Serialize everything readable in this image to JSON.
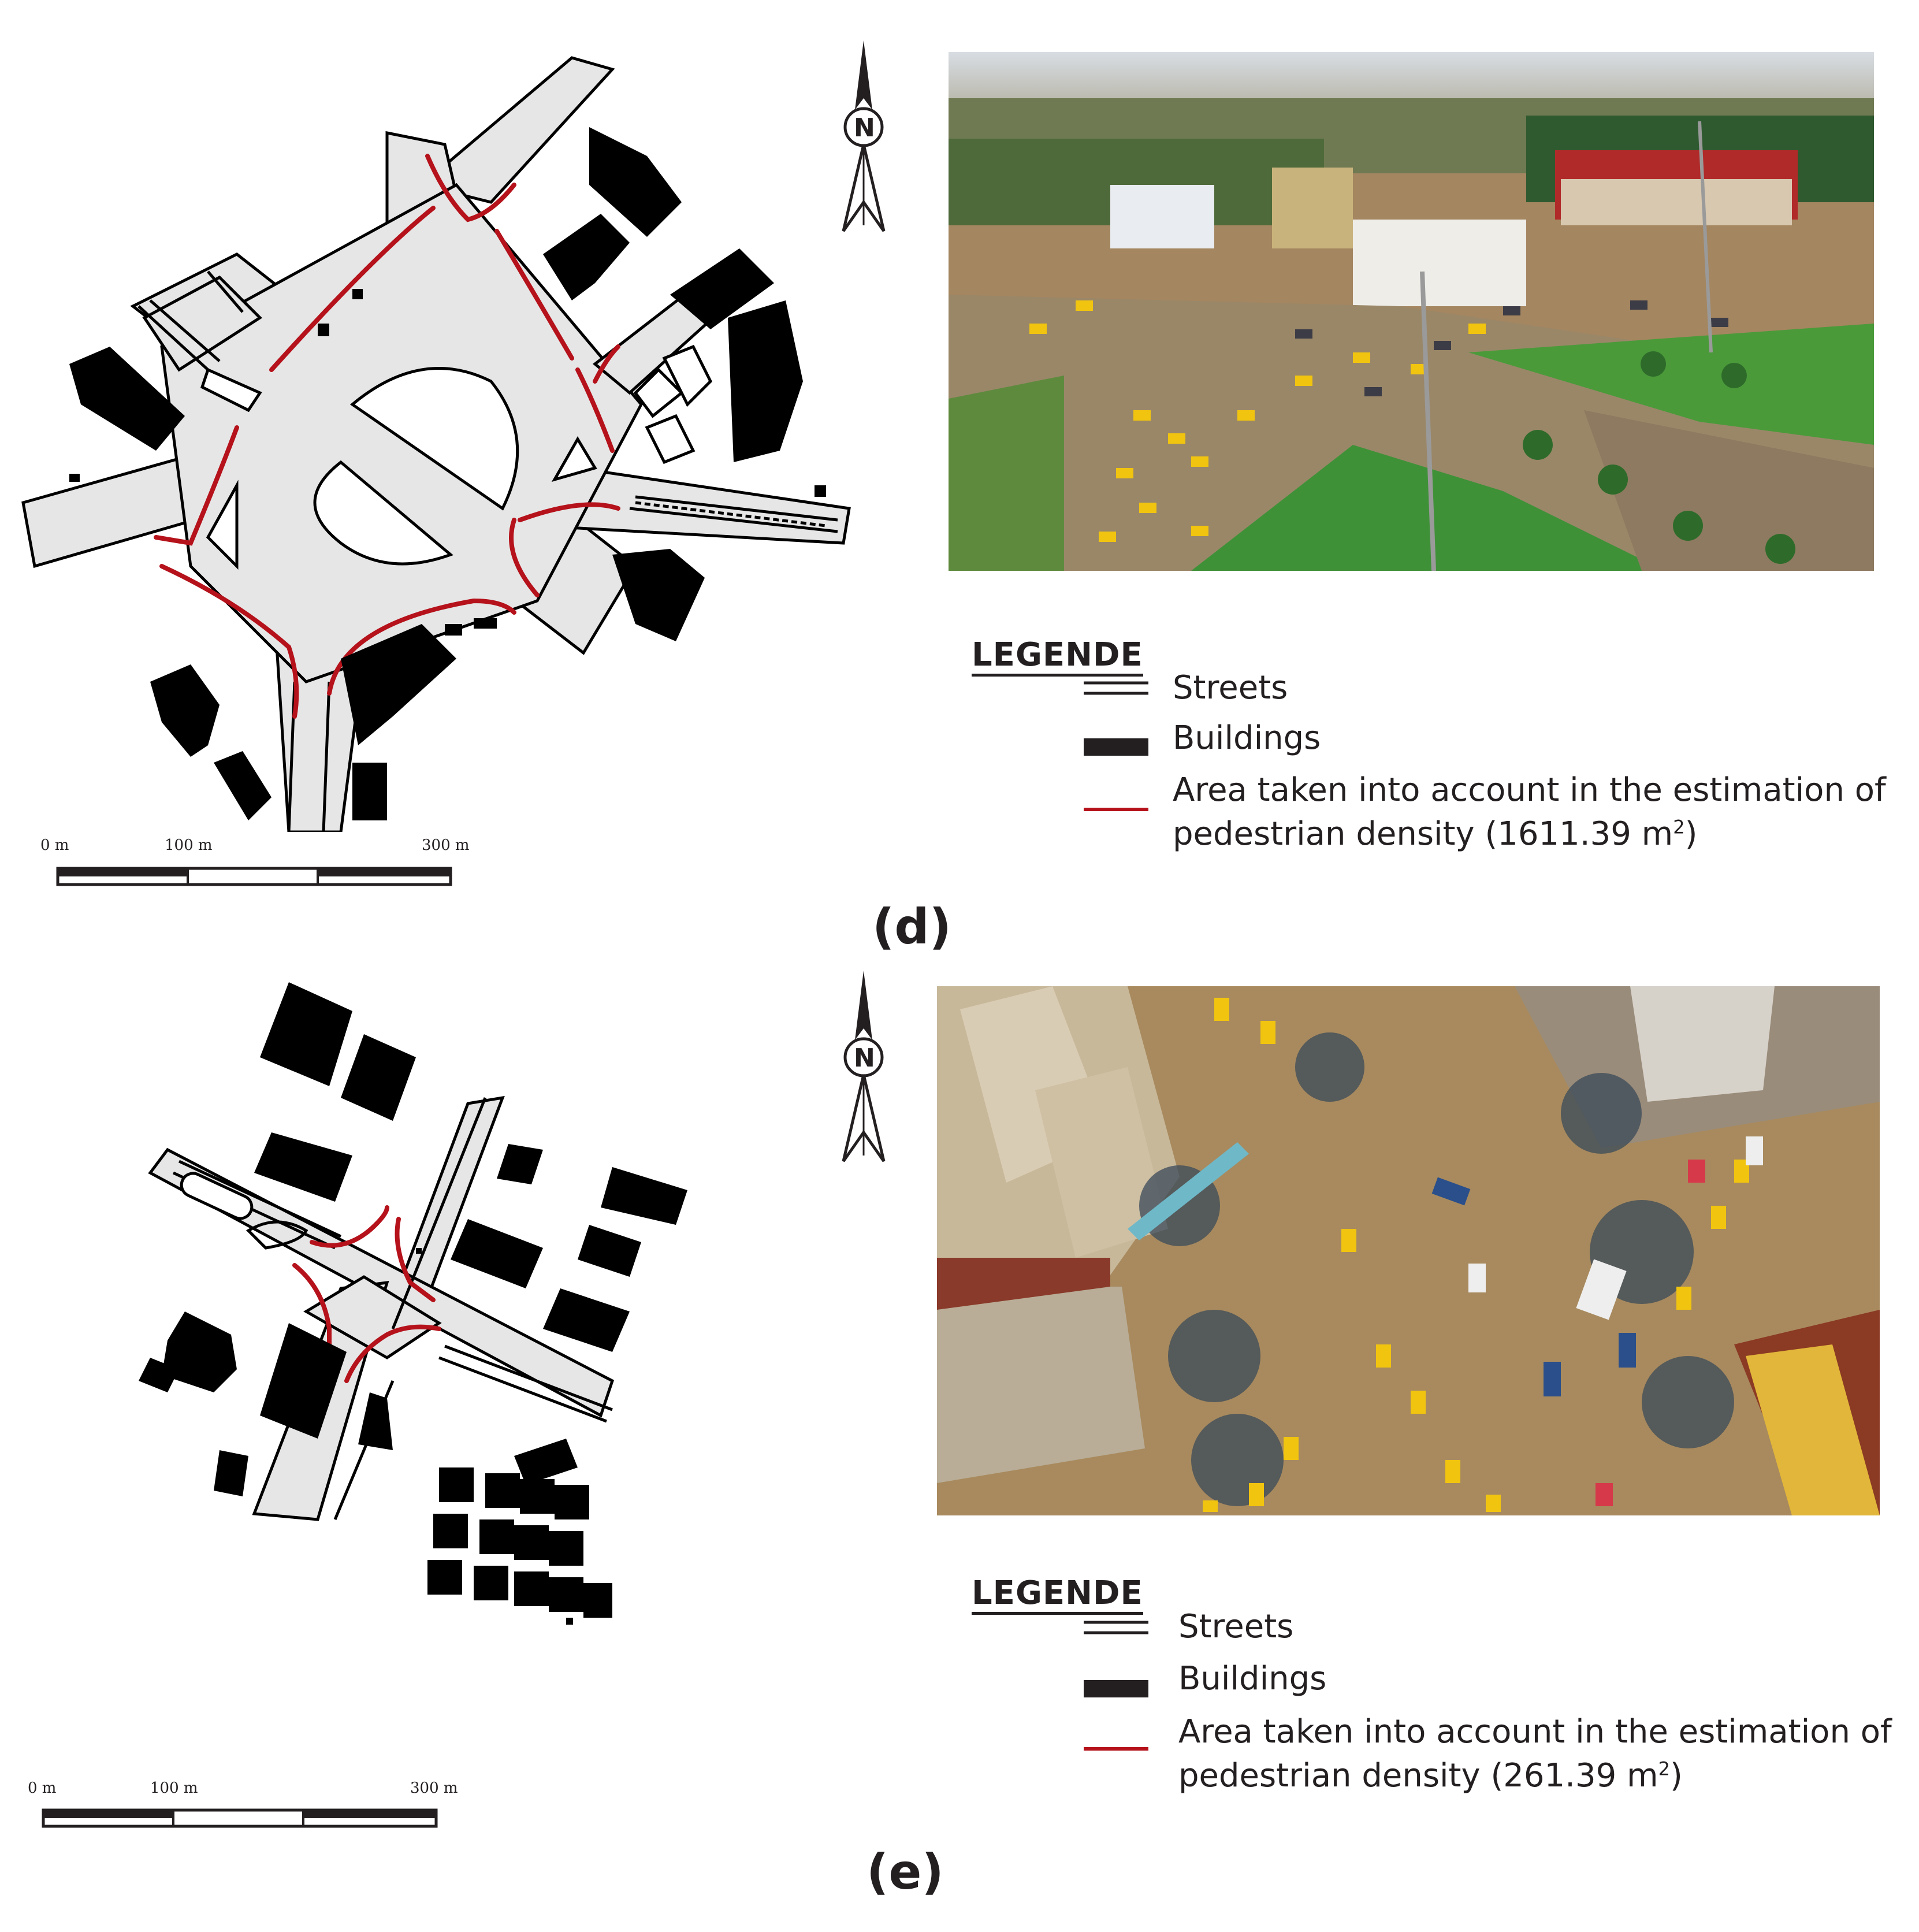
{
  "panels": [
    {
      "id": "d",
      "label": "(d)",
      "scale": {
        "labels": [
          "0 m",
          "100 m",
          "300 m"
        ]
      },
      "north_label": "N",
      "legend": {
        "title": "LEGENDE",
        "streets": "Streets",
        "buildings": "Buildings",
        "area_line1": "Area taken into account in the estimation of",
        "area_line2": "pedestrian density (1611.39 m",
        "area_sup": "2",
        "area_close": ")"
      }
    },
    {
      "id": "e",
      "label": "(e)",
      "scale": {
        "labels": [
          "0 m",
          "100 m",
          "300 m"
        ]
      },
      "north_label": "N",
      "legend": {
        "title": "LEGENDE",
        "streets": "Streets",
        "buildings": "Buildings",
        "area_line1": "Area taken into account in the estimation of",
        "area_line2": "pedestrian density (261.39 m",
        "area_sup": "2",
        "area_close": ")"
      }
    }
  ],
  "colors": {
    "street_fill": "#e6e6e6",
    "street_line": "#000000",
    "building": "#000000",
    "pedestrian_area": "#b5121b",
    "text": "#231f20"
  }
}
